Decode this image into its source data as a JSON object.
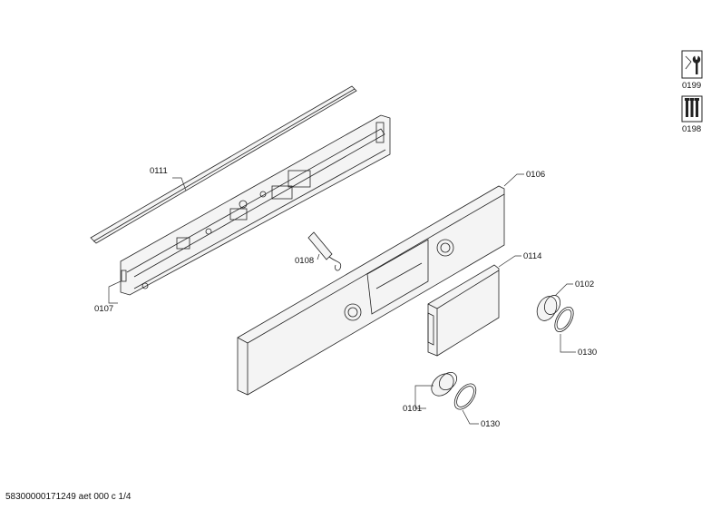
{
  "labels": {
    "p0111": "0111",
    "p0107": "0107",
    "p0108": "0108",
    "p0106": "0106",
    "p0114": "0114",
    "p0102": "0102",
    "p0130a": "0130",
    "p0101": "0101",
    "p0130b": "0130",
    "p0199": "0199",
    "p0198": "0198"
  },
  "icons": {
    "service_tool": "wrench-service-icon",
    "screws": "screws-icon"
  },
  "footer": "58300000171249 aet 000 c 1/4"
}
